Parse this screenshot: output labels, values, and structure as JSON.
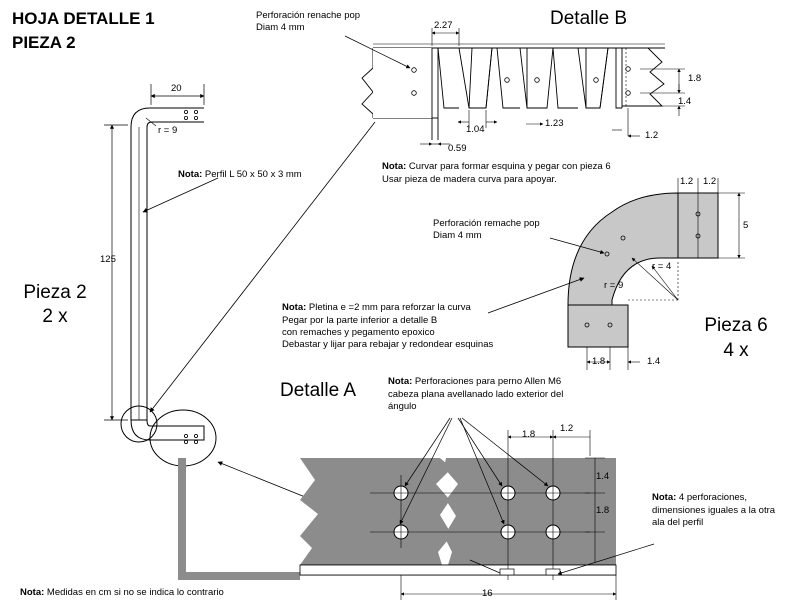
{
  "title": {
    "line1": "HOJA DETALLE 1",
    "line2": "PIEZA 2"
  },
  "labels": {
    "pieza2_line1": "Pieza 2",
    "pieza2_line2": "2 x",
    "pieza6_line1": "Pieza 6",
    "pieza6_line2": "4 x",
    "detalle_b": "Detalle B",
    "detalle_a": "Detalle A"
  },
  "notes": {
    "nota_label": "Nota:",
    "perforacion_b_1": "Perforación renache pop",
    "perforacion_b_2": "Diam 4 mm",
    "perfil": "Perfil L 50 x 50 x 3 mm",
    "curvar_1": "Curvar  para formar esquina y pegar con pieza 6",
    "curvar_2": "Usar pieza de madera curva para apoyar.",
    "perforacion_6_1": "Perforación remache pop",
    "perforacion_6_2": "Diam 4 mm",
    "pletina_1": "Pletina e =2 mm  para reforzar la curva",
    "pletina_2": "Pegar por la parte inferior a detalle B",
    "pletina_3": "con remaches y pegamento epoxico",
    "pletina_4": "Debastar y lijar para rebajar y redondear esquinas",
    "perno_1": "Perforaciones para perno Allen  M6",
    "perno_2": "cabeza plana avellanado lado exterior del",
    "perno_3": "ángulo",
    "cuatro_1": "4 perforaciones,",
    "cuatro_2": "dimensiones iguales a la otra",
    "cuatro_3": "ala del perfil",
    "medidas": "Medidas en cm si no se indica lo contrario"
  },
  "dimensions": {
    "d20": "20",
    "r9_pieza2": "r = 9",
    "d125": "125",
    "d2_27": "2.27",
    "d1_8_b": "1.8",
    "d1_4_b": "1.4",
    "d1_04": "1.04",
    "d1_23": "1.23",
    "d0_59": "0.59",
    "d1_2_b": "1.2",
    "d1_2_6a": "1.2",
    "d1_2_6b": "1.2",
    "d5": "5",
    "r4": "r = 4",
    "r9_6": "r = 9",
    "d1_8_6": "1.8",
    "d1_4_6": "1.4",
    "d1_8_a": "1.8",
    "d1_2_a": "1.2",
    "d1_4_a": "1.4",
    "d1_8_a2": "1.8",
    "d16": "16"
  },
  "colors": {
    "steel": "#8c8c8c",
    "light_steel": "#c8c8c8",
    "line": "#000000"
  }
}
